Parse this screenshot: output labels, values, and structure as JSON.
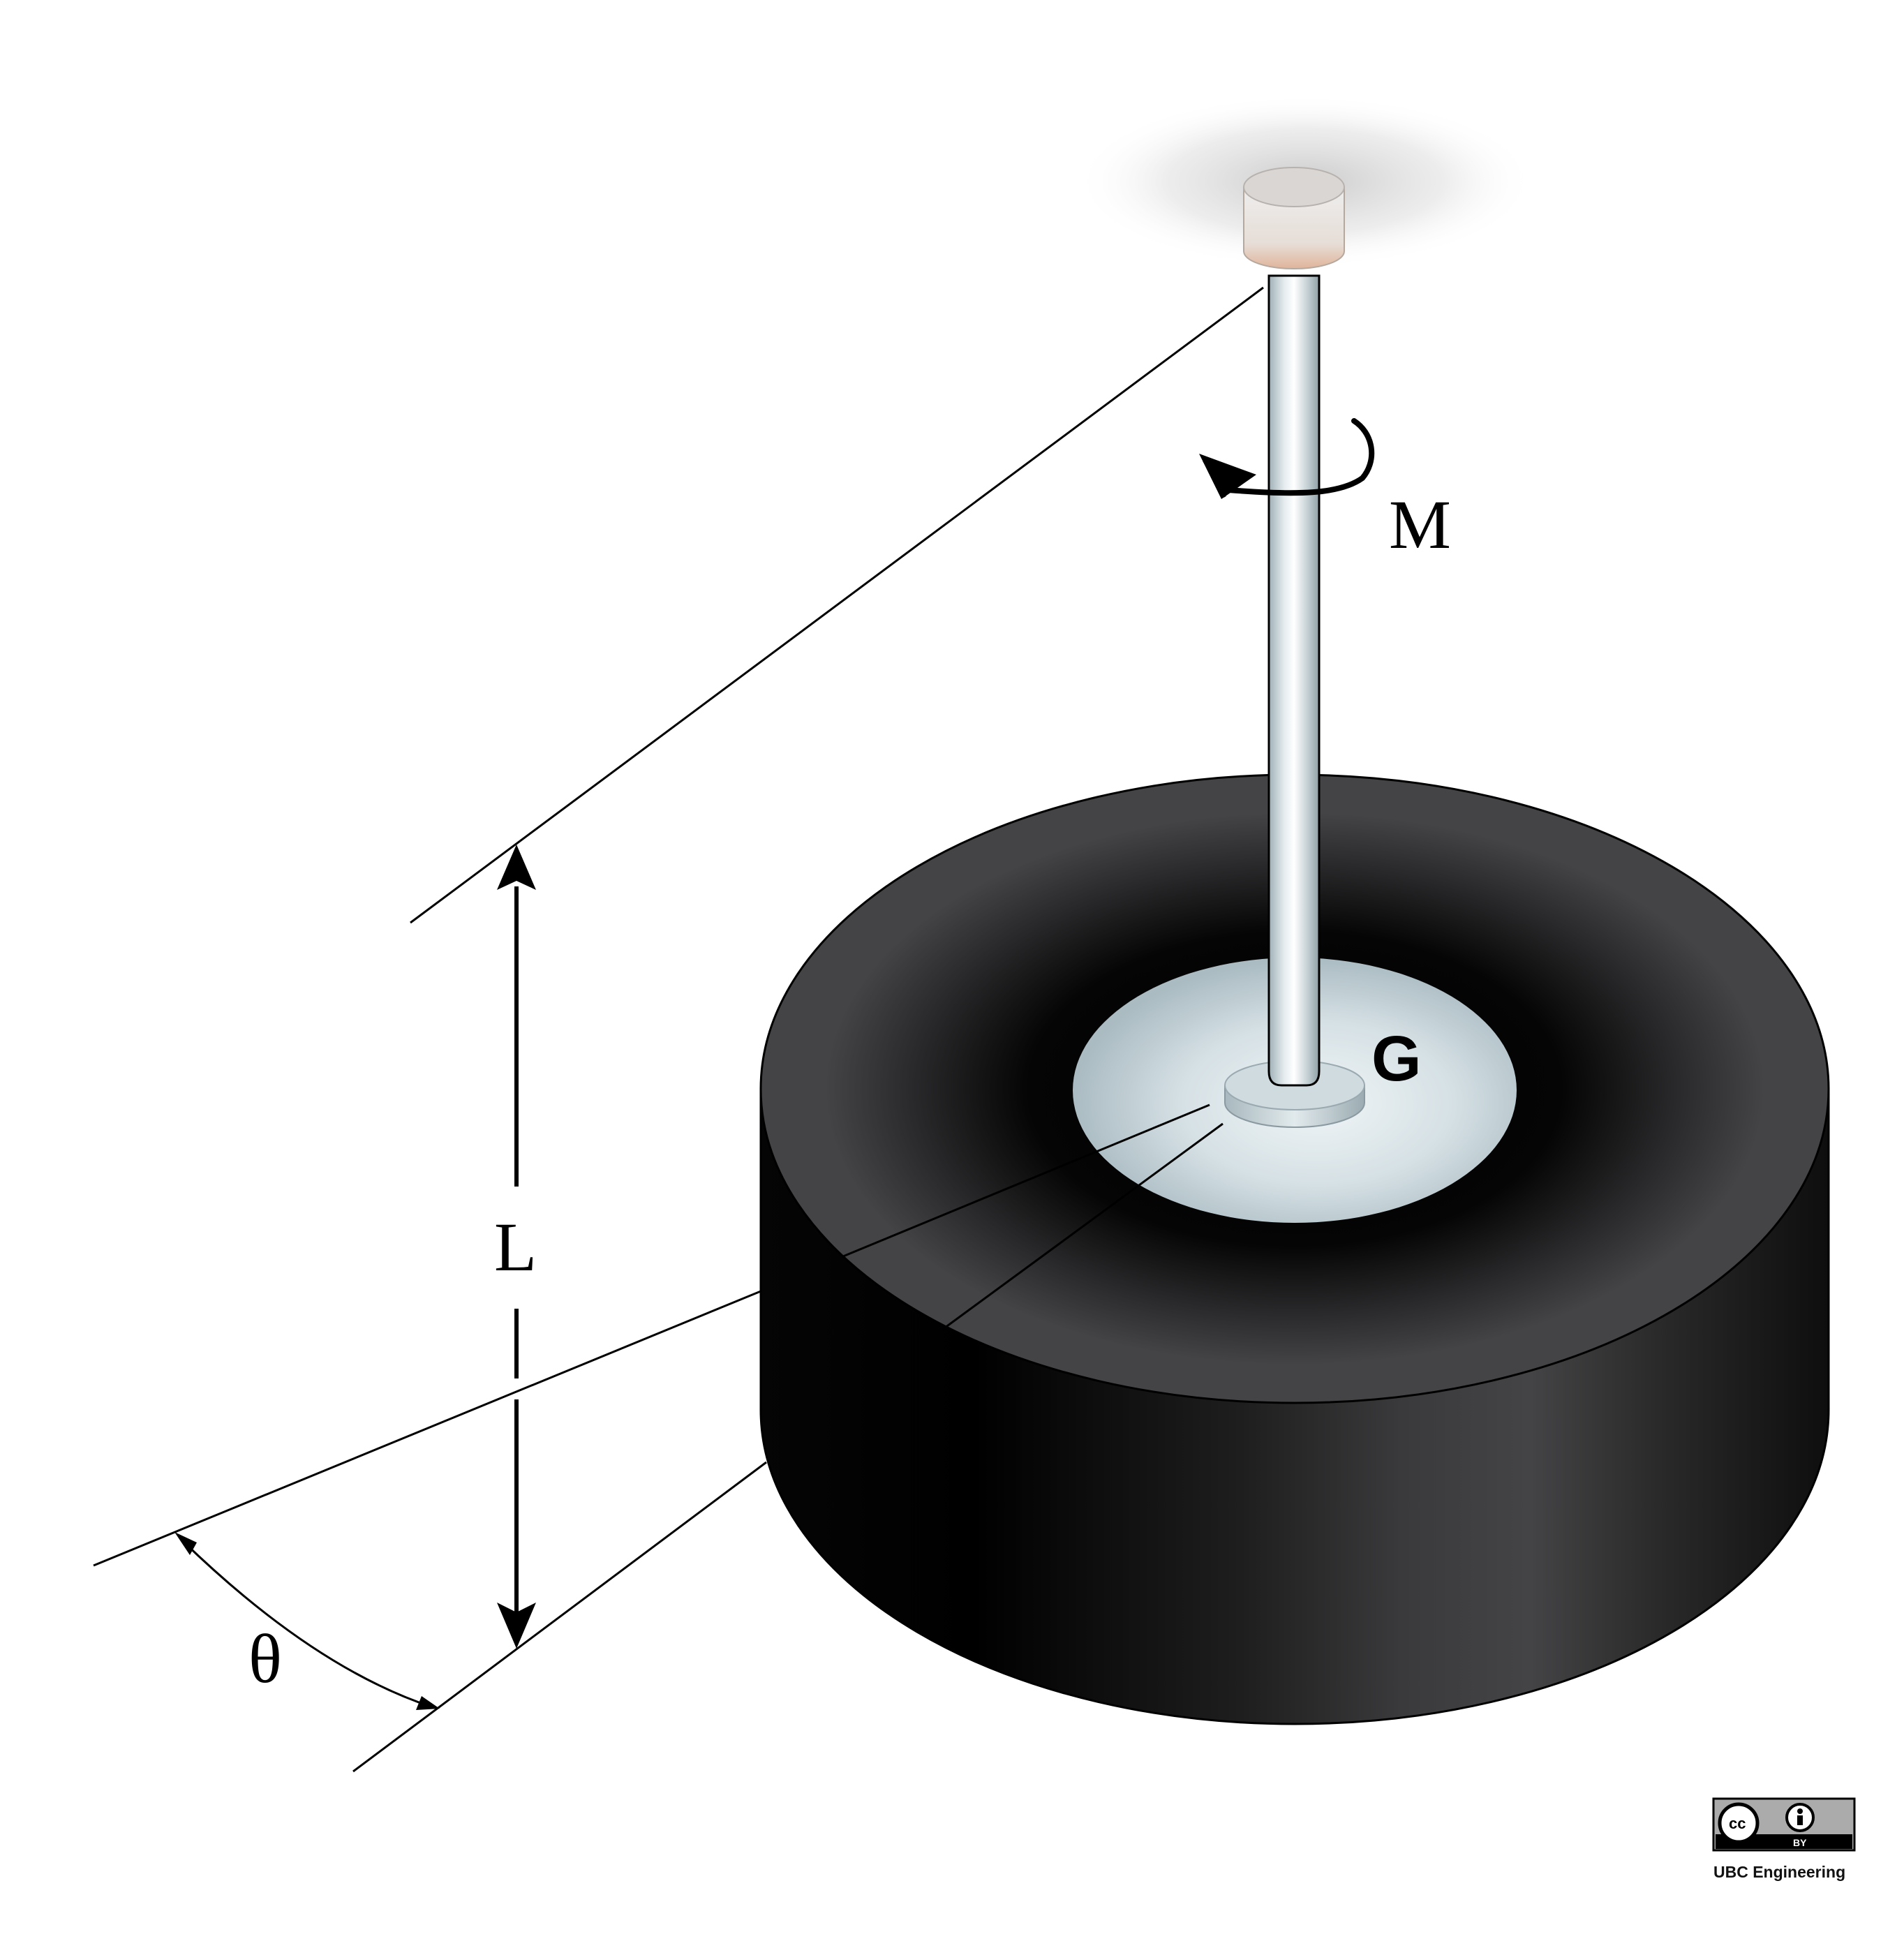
{
  "labels": {
    "moment": "M",
    "center_of_mass": "G",
    "length": "L",
    "angle": "θ"
  },
  "badge": {
    "cc": "cc",
    "by": "BY",
    "credit": "UBC Engineering"
  },
  "colors": {
    "disk_dark": "#000000",
    "disk_top": "#444446",
    "hub": "#d4e0e4",
    "shaft": "#d8e0e4",
    "cap": "#ebe8e4"
  }
}
